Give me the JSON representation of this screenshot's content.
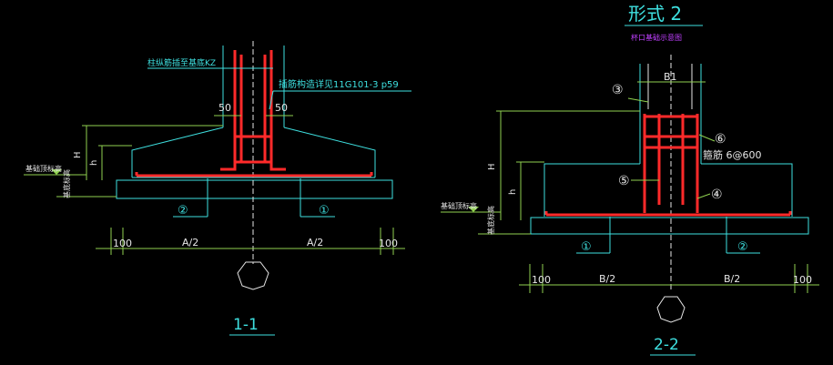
{
  "left_section": {
    "column_label": "柱纵筋插至基底KZ",
    "anchor_note": "插筋构造详见11G101-3 p59 ",
    "dim_50_left": "50",
    "dim_50_right": "50",
    "dim_H": "H",
    "dim_h": "h",
    "elev_top": "基础顶标高",
    "elev_bottom": "基底标高",
    "rebar_2": "②",
    "rebar_1": "①",
    "dim_100_left": "100",
    "dim_A2_left": "A/2",
    "dim_A2_right": "A/2",
    "dim_100_right": "100",
    "section_title": "1-1"
  },
  "right_section": {
    "form_title": "形式 2",
    "subtitle": "杯口基础示意图",
    "dim_B1": "B1",
    "label_3": "③",
    "label_6": "⑥",
    "stirrup_note": "箍筋 6@600",
    "label_5": "⑤",
    "label_4": "④",
    "dim_H": "H",
    "dim_h": "h",
    "elev_top": "基础顶标高",
    "elev_bottom": "基底标高",
    "rebar_1": "①",
    "rebar_2": "②",
    "dim_100_left": "100",
    "dim_B2_left": "B/2",
    "dim_B2_right": "B/2",
    "dim_100_right": "100",
    "section_title": "2-2"
  }
}
